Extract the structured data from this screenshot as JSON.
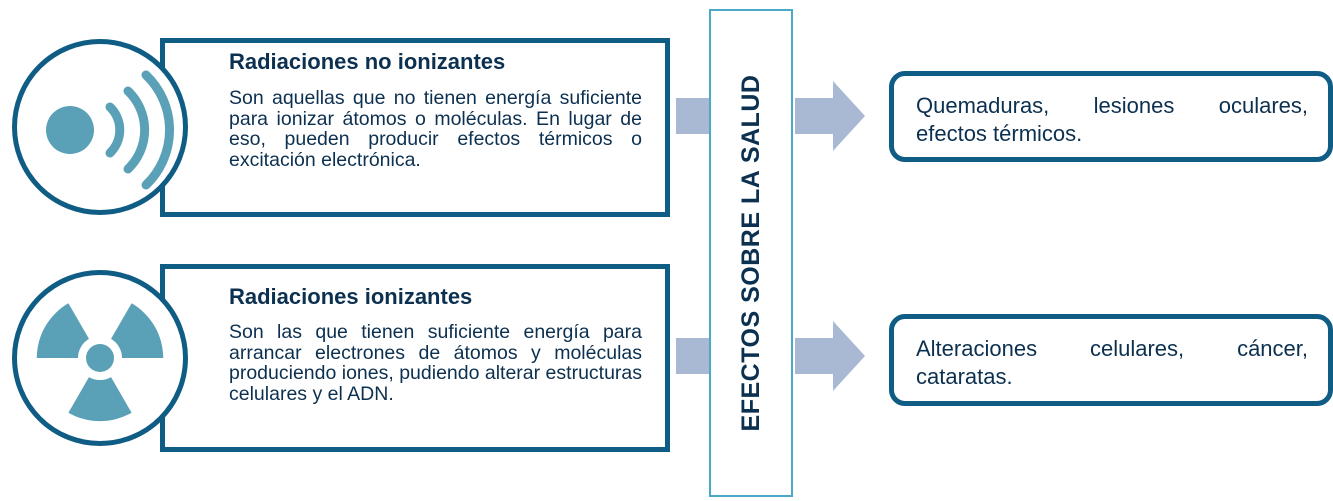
{
  "non_ionizing": {
    "title": "Radiaciones no ionizantes",
    "description": "Son aquellas que no tienen energía suficiente para ionizar átomos o moléculas. En lugar de eso, pueden producir efectos térmicos o excitación electrónica.",
    "icon": "radio-wave-icon"
  },
  "ionizing": {
    "title": "Radiaciones ionizantes",
    "description": "Son las que tienen suficiente energía para arrancar electrones de átomos y moléculas produciendo iones, pudiendo alterar estructuras celulares y el ADN.",
    "icon": "radiation-icon"
  },
  "central_label": "EFECTOS SOBRE LA SALUD",
  "effects": {
    "non_ionizing": "Quemaduras, lesiones oculares, efectos térmicos.",
    "ionizing": "Alteraciones celulares, cáncer, cataratas."
  },
  "colors": {
    "border": "#0f5d84",
    "icon_fill": "#5aa1b7",
    "arrow_fill": "#a9b9d3",
    "text": "#0c3050",
    "central_bar_border": "#4aa8c8"
  }
}
